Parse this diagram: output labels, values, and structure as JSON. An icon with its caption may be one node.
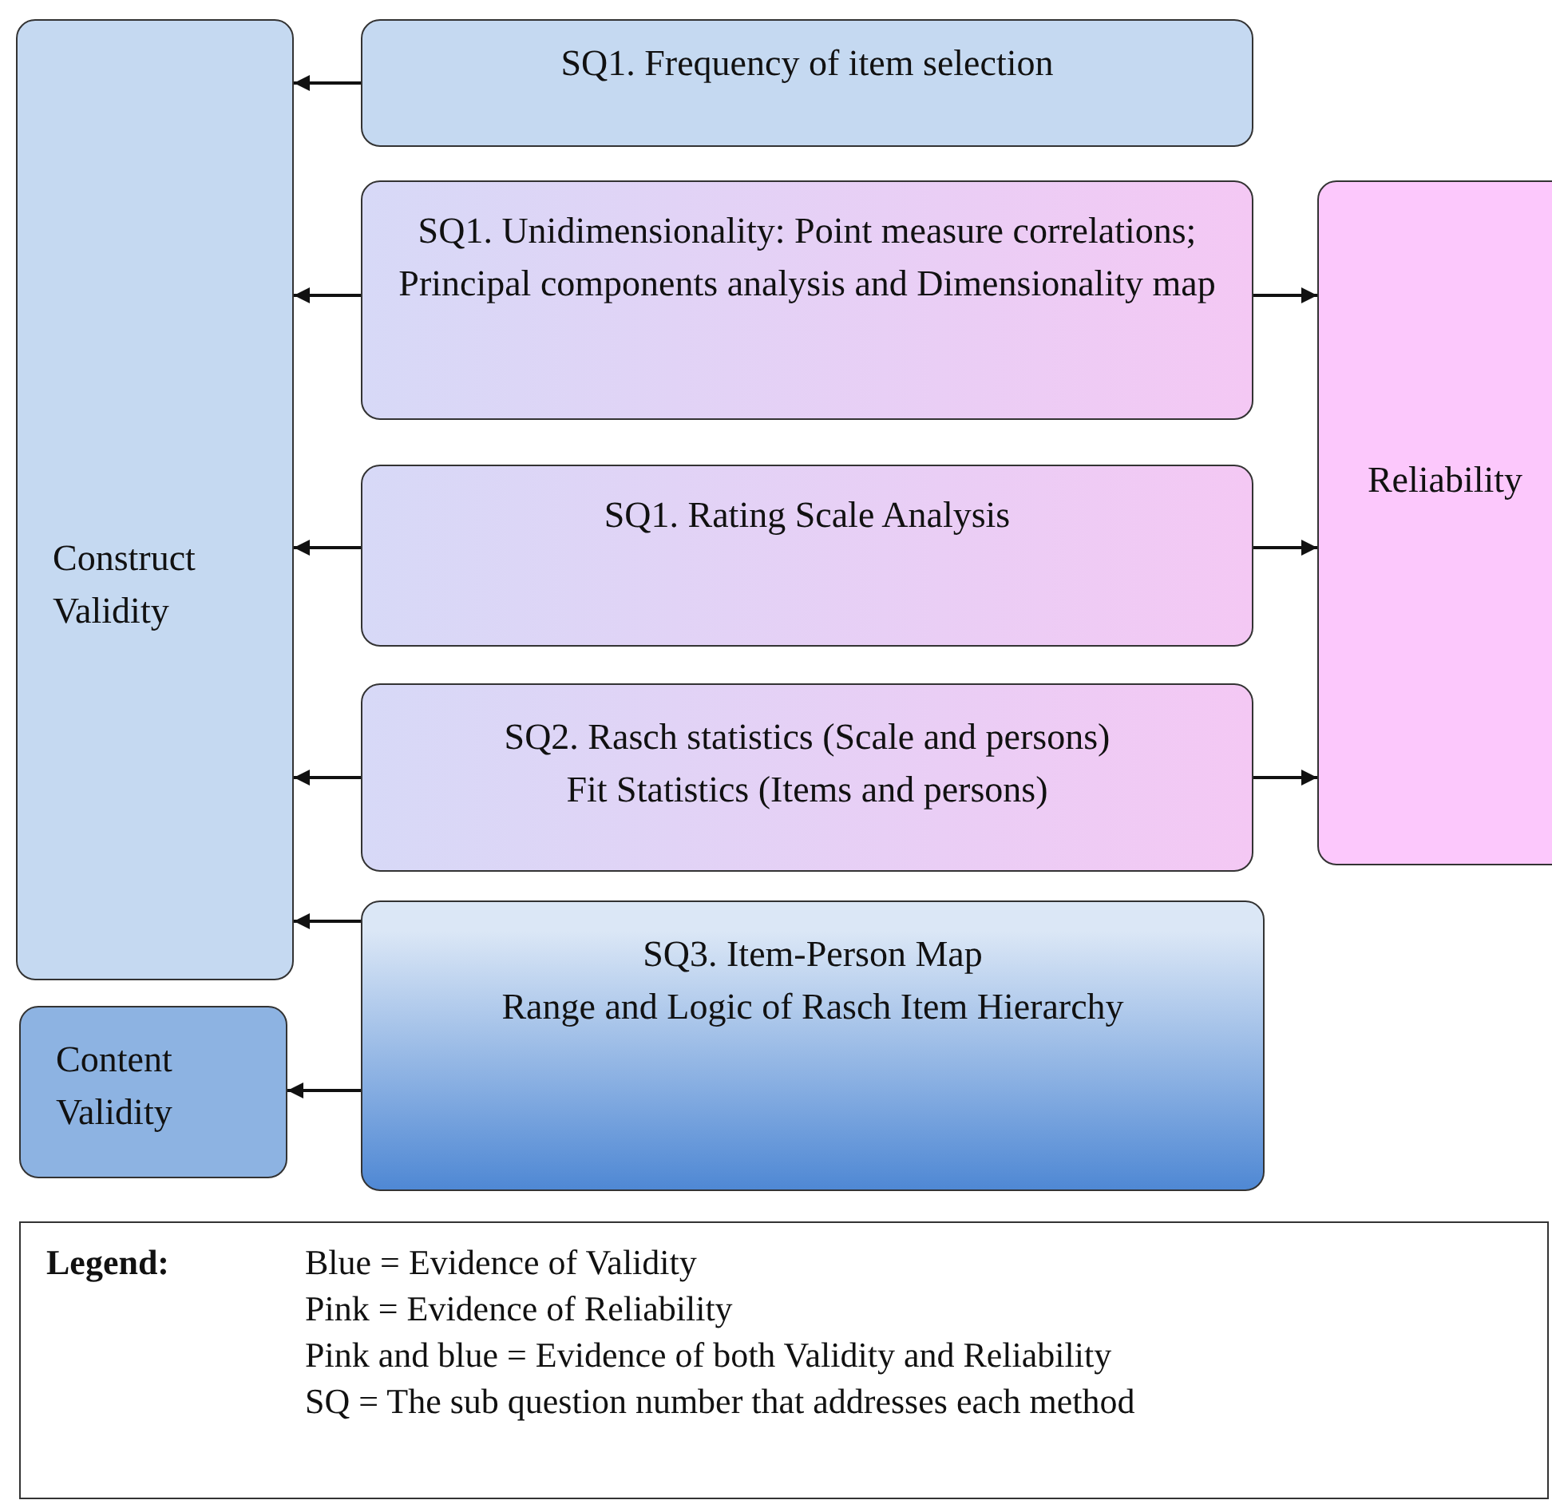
{
  "diagram": {
    "nodes": [
      {
        "text": [
          "Construct Validity"
        ]
      },
      {
        "text": [
          "Content Validity"
        ]
      },
      {
        "text": [
          "SQ1. Frequency of item selection"
        ]
      },
      {
        "text": [
          "SQ1. Unidimensionality: Point measure correlations; Principal components analysis and Dimensionality map"
        ]
      },
      {
        "text": [
          "SQ1. Rating Scale Analysis"
        ]
      },
      {
        "text": [
          "SQ2. Rasch statistics (Scale and persons)",
          "Fit Statistics (Items and persons)"
        ]
      },
      {
        "text": [
          "SQ3. Item-Person Map",
          "Range and Logic of Rasch Item Hierarchy"
        ]
      },
      {
        "text": [
          "Reliability"
        ]
      }
    ],
    "edges": [
      {
        "from": 2,
        "to": 0,
        "arrow": "to"
      },
      {
        "from": 3,
        "to": 0,
        "arrow": "to"
      },
      {
        "from": 3,
        "to": 7,
        "arrow": "to"
      },
      {
        "from": 4,
        "to": 0,
        "arrow": "to"
      },
      {
        "from": 4,
        "to": 7,
        "arrow": "to"
      },
      {
        "from": 5,
        "to": 0,
        "arrow": "to"
      },
      {
        "from": 5,
        "to": 7,
        "arrow": "to"
      },
      {
        "from": 6,
        "to": 0,
        "arrow": "to"
      },
      {
        "from": 6,
        "to": 1,
        "arrow": "to"
      }
    ],
    "labels": [
      "Legend:"
    ],
    "legend": [
      {
        "text": "Blue = Evidence of Validity"
      },
      {
        "text": "Pink = Evidence of Reliability"
      },
      {
        "text": "Pink and blue = Evidence of both Validity and Reliability"
      },
      {
        "text": "SQ = The sub question number that addresses each method"
      }
    ]
  }
}
